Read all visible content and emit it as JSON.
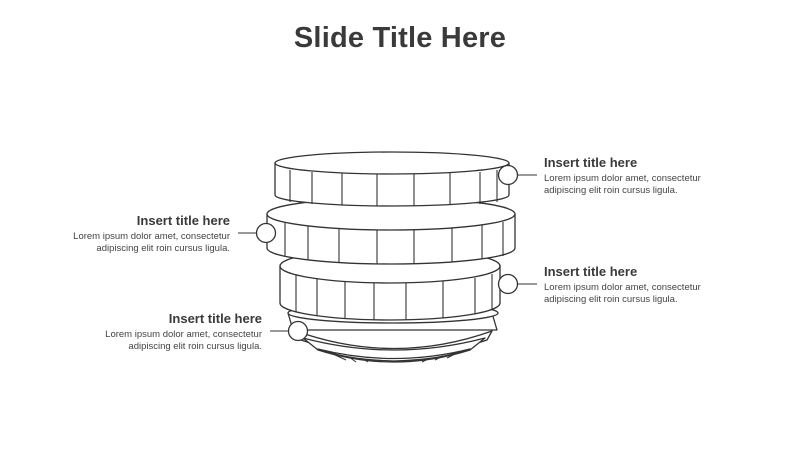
{
  "slide": {
    "title": "Slide Title Here"
  },
  "items": [
    {
      "title": "Insert title here",
      "line1": "Lorem ipsum dolor amet, consectetur",
      "line2": "adipiscing elit roin cursus ligula."
    },
    {
      "title": "Insert title here",
      "line1": "Lorem ipsum dolor amet, consectetur",
      "line2": "adipiscing elit roin cursus ligula."
    },
    {
      "title": "Insert title here",
      "line1": "Lorem ipsum dolor amet, consectetur",
      "line2": "adipiscing elit roin cursus ligula."
    },
    {
      "title": "Insert title here",
      "line1": "Lorem ipsum dolor amet, consectetur",
      "line2": "adipiscing elit roin cursus ligula."
    }
  ],
  "colors": {
    "stroke": "#333333",
    "fill": "#ffffff",
    "title": "#3a3a3a"
  }
}
